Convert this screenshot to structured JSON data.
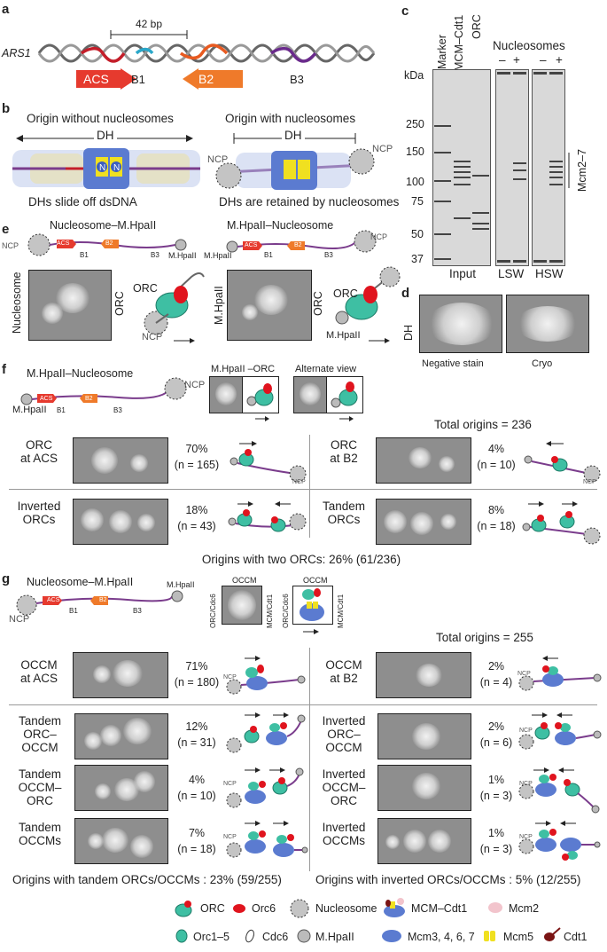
{
  "panels": {
    "a": "a",
    "b": "b",
    "c": "c",
    "d": "d",
    "e": "e",
    "f": "f",
    "g": "g"
  },
  "a": {
    "gene": "ARS1",
    "span": "42 bp",
    "acs": "ACS",
    "b1": "B1",
    "b2": "B2",
    "b3": "B3"
  },
  "b": {
    "left_title": "Origin without nucleosomes",
    "right_title": "Origin with nucleosomes",
    "dh_left": "DH",
    "dh_right": "DH",
    "n": "N",
    "ncp": "NCP",
    "left_caption": "DHs slide off dsDNA",
    "right_caption": "DHs are retained by nucleosomes"
  },
  "c": {
    "kda": "kDa",
    "markers": [
      "250",
      "150",
      "100",
      "75",
      "50",
      "37"
    ],
    "lanes": [
      "Marker",
      "MCM–Cdt1",
      "ORC"
    ],
    "nucleosomes": "Nucleosomes",
    "signs": [
      "–",
      "+",
      "–",
      "+"
    ],
    "input": "Input",
    "lsw": "LSW",
    "hsw": "HSW",
    "mcm": "Mcm2–7",
    "colors": {
      "gel": "#d9d9d9"
    }
  },
  "d": {
    "dh": "DH",
    "neg": "Negative stain",
    "cryo": "Cryo"
  },
  "e": {
    "left_title": "Nucleosome–M.HpaII",
    "right_title": "M.HpaII–Nucleosome",
    "ncp": "NCP",
    "acs": "ACS",
    "b1": "B1",
    "b2": "B2",
    "b3": "B3",
    "mhpa": "M.HpaII",
    "nucleosome": "Nucleosome",
    "orc": "ORC"
  },
  "f": {
    "title": "M.HpaII–Nucleosome",
    "ncp": "NCP",
    "mhpa": "M.HpaII",
    "acs": "ACS",
    "b1": "B1",
    "b2": "B2",
    "b3": "B3",
    "view1": "M.HpaII –ORC",
    "view2": "Alternate view",
    "total": "Total origins = 236",
    "classes": [
      {
        "label": "ORC\nat ACS",
        "pct": "70%",
        "n": "(n = 165)"
      },
      {
        "label": "ORC\nat B2",
        "pct": "4%",
        "n": "(n = 10)"
      },
      {
        "label": "Inverted\nORCs",
        "pct": "18%",
        "n": "(n = 43)"
      },
      {
        "label": "Tandem\nORCs",
        "pct": "8%",
        "n": "(n = 18)"
      }
    ],
    "summary": "Origins with two ORCs: 26% (61/236)"
  },
  "g": {
    "title": "Nucleosome–M.HpaII",
    "ncp": "NCP",
    "mhpa": "M.HpaII",
    "acs": "ACS",
    "b1": "B1",
    "b2": "B2",
    "b3": "B3",
    "occm": "OCCM",
    "orc_cdc6": "ORC/Cdc6",
    "mcm_cdt1": "MCM/Cdt1",
    "total": "Total origins = 255",
    "classes": [
      {
        "label": "OCCM\nat ACS",
        "pct": "71%",
        "n": "(n = 180)"
      },
      {
        "label": "OCCM\nat B2",
        "pct": "2%",
        "n": "(n = 4)"
      },
      {
        "label": "Tandem\nORC–OCCM",
        "pct": "12%",
        "n": "(n = 31)"
      },
      {
        "label": "Inverted\nORC–OCCM",
        "pct": "2%",
        "n": "(n = 6)"
      },
      {
        "label": "Tandem\nOCCM–ORC",
        "pct": "4%",
        "n": "(n = 10)"
      },
      {
        "label": "Inverted\nOCCM–ORC",
        "pct": "1%",
        "n": "(n = 3)"
      },
      {
        "label": "Tandem\nOCCMs",
        "pct": "7%",
        "n": "(n = 18)"
      },
      {
        "label": "Inverted\nOCCMs",
        "pct": "1%",
        "n": "(n = 3)"
      }
    ],
    "summary_left": "Origins with tandem ORCs/OCCMs : 23% (59/255)",
    "summary_right": "Origins with inverted ORCs/OCCMs : 5% (12/255)"
  },
  "legend": {
    "orc": "ORC",
    "orc6": "Orc6",
    "nucleosome": "Nucleosome",
    "mcm_cdt1": "MCM–Cdt1",
    "mcm2": "Mcm2",
    "orc15": "Orc1–5",
    "cdc6": "Cdc6",
    "mhpa": "M.HpaII",
    "mcm3467": "Mcm3, 4, 6, 7",
    "mcm5": "Mcm5",
    "cdt1": "Cdt1",
    "colors": {
      "orc": "#3ebfa3",
      "orc6": "#e0141e",
      "mcm": "#5b7bd0",
      "mcm5": "#f0e020",
      "mcm2": "#f2c4cc",
      "cdt1": "#7a1414",
      "acs": "#e63a2e",
      "b2": "#ef7a2a"
    }
  }
}
